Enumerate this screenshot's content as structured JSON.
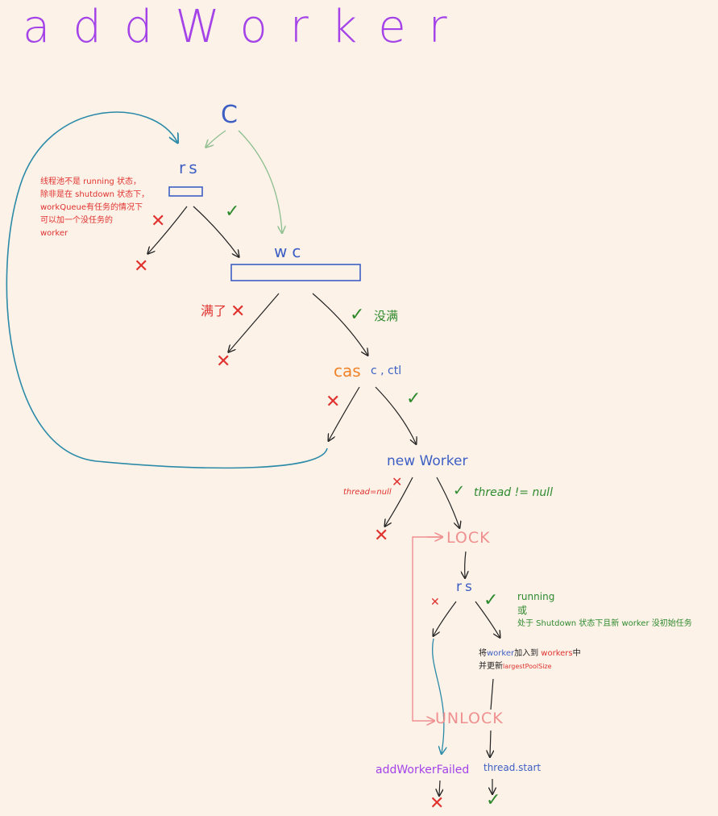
{
  "title": "addWorker",
  "nodes": {
    "c": "C",
    "rs_top": "rs",
    "wc": "wc",
    "cas": "cas",
    "cas_args": "c , ctl",
    "new_worker": "new Worker",
    "lock": "LOCK",
    "rs_inner": "rs",
    "unlock": "UNLOCK",
    "add_worker_failed": "addWorkerFailed",
    "thread_start": "thread.start"
  },
  "labels": {
    "rs_fail_note": [
      "线程池不是 running 状态，",
      "除非是在 shutdown 状态下，",
      "workQueue有任务的情况下",
      "可以加一个没任务的",
      "worker"
    ],
    "wc_full": "满了",
    "wc_not_full": "没满",
    "thread_null": "thread=null",
    "thread_not_null": "thread != null",
    "rs_ok_note": [
      "running",
      "或",
      "处于 Shutdown 状态下且新 worker 没初始任务"
    ],
    "add_to_workers_1": "将",
    "add_to_workers_worker": "worker",
    "add_to_workers_2": "加入到",
    "add_to_workers_workers": "workers",
    "add_to_workers_3": "中",
    "update_1": "并更新",
    "update_largest": "largestPoolSize"
  },
  "marks": {
    "cross": "✕",
    "check": "✓"
  },
  "colors": {
    "background": "#fcf2e8",
    "title": "#a443e8",
    "blue": "#3d5fc4",
    "red": "#e0322f",
    "green": "#2f8a2e",
    "orange": "#f0832a",
    "pink": "#ef8f8f",
    "teal": "#2b8aa8",
    "black": "#222222"
  }
}
